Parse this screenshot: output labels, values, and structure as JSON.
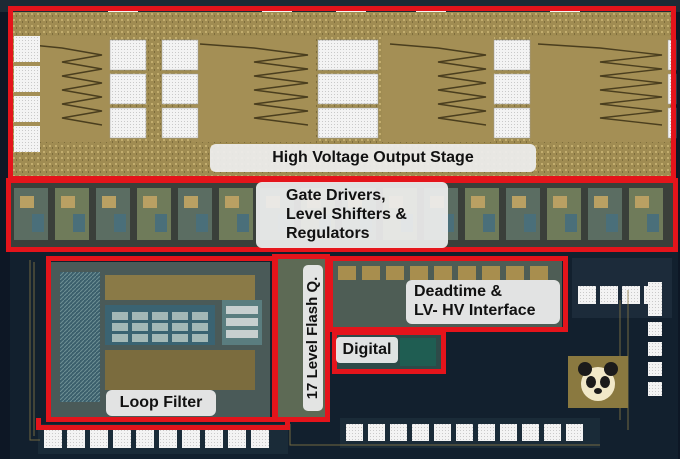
{
  "regions": {
    "hv_output": {
      "label": "High Voltage Output Stage"
    },
    "gate_drivers": {
      "label_lines": [
        "Gate Drivers,",
        "Level Shifters &",
        "Regulators"
      ]
    },
    "loop_filter": {
      "label": "Loop Filter"
    },
    "flash_q": {
      "label": "17 Level Flash Q."
    },
    "deadtime": {
      "label_lines": [
        "Deadtime &",
        "LV- HV Interface"
      ]
    },
    "digital": {
      "label": "Digital"
    }
  },
  "colors": {
    "outline": "#e4141b",
    "label_bg": "#eeeeee",
    "die_bg": "#0c1422",
    "metal": "#a79152",
    "pad": "#f2f2f2"
  },
  "icons": {
    "logo": "panda-icon"
  }
}
